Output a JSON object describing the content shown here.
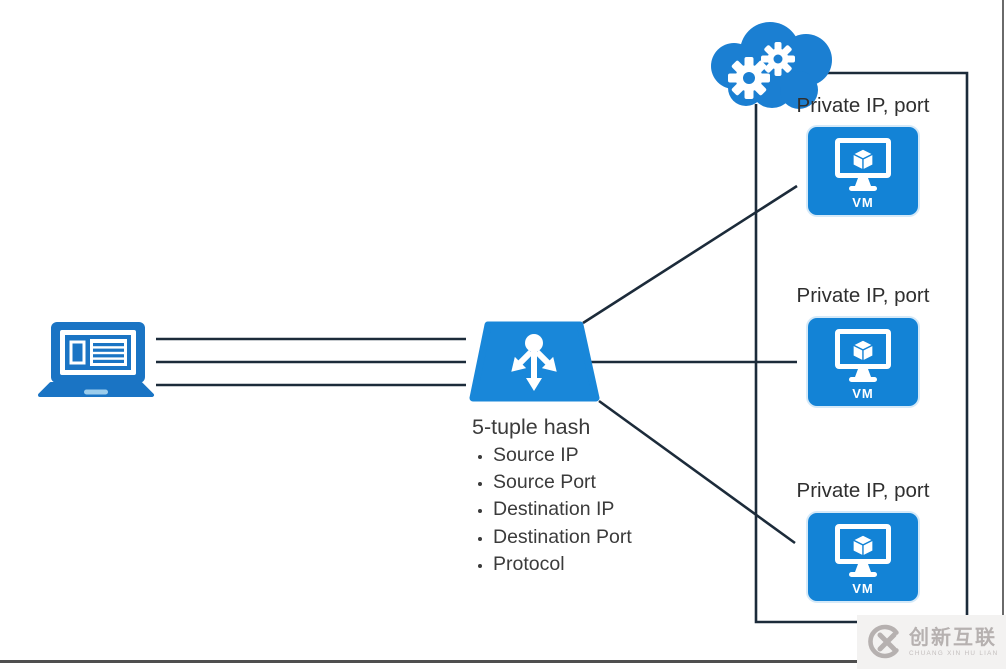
{
  "diagram": {
    "title_block": {
      "heading": "5-tuple hash",
      "bullets": [
        "Source IP",
        "Source Port",
        "Destination IP",
        "Destination Port",
        "Protocol"
      ]
    },
    "vm_nodes": [
      {
        "label": "Private IP, port",
        "badge": "VM"
      },
      {
        "label": "Private IP, port",
        "badge": "VM"
      },
      {
        "label": "Private IP, port",
        "badge": "VM"
      }
    ],
    "icons": {
      "client": "laptop-icon",
      "load_balancer": "load-balancer-icon",
      "cloud": "cloud-gears-icon",
      "vm": "vm-monitor-icon"
    },
    "colors": {
      "azure_blue": "#1383d6",
      "laptop_blue": "#1a74c4",
      "cloud_blue": "#1b7fd2",
      "connector_dark": "#1c2b3a",
      "text_dark": "#3b3b3b",
      "watermark_gray": "#b6b1b0"
    }
  },
  "watermark": {
    "logo": "cx-circle-icon",
    "name_cn": "创新互联",
    "name_en": "CHUANG XIN HU LIAN"
  }
}
